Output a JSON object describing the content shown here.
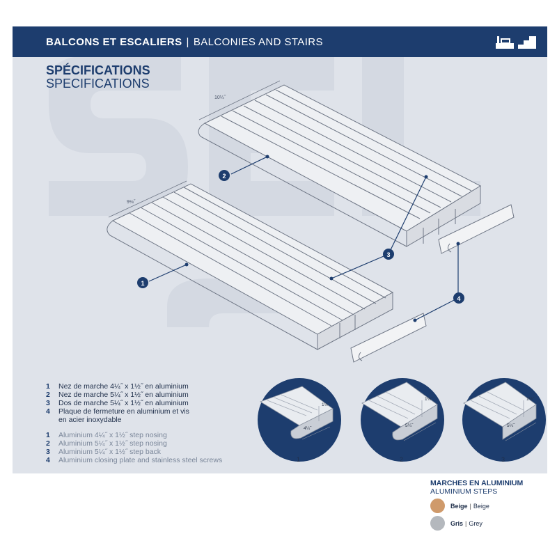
{
  "header": {
    "title_fr": "BALCONS ET ESCALIERS",
    "separator": "|",
    "title_en": "BALCONIES AND STAIRS"
  },
  "specifications": {
    "title_fr": "SPÉCIFICATIONS",
    "title_en": "SPECIFICATIONS"
  },
  "diagram": {
    "dim_top": "10¼˝",
    "dim_bottom": "9⅛˝",
    "callouts": [
      "1",
      "2",
      "3",
      "4"
    ]
  },
  "items_fr": [
    {
      "num": "1",
      "text": "Nez de marche 4¼˝ x 1½˝ en aluminium"
    },
    {
      "num": "2",
      "text": "Nez de marche 5¼˝ x 1½˝ en aluminium"
    },
    {
      "num": "3",
      "text": "Dos de marche 5¼˝ x 1½˝ en aluminium"
    },
    {
      "num": "4",
      "text": "Plaque de fermeture en aluminium et vis"
    },
    {
      "num": "",
      "text": "en acier inoxydable"
    }
  ],
  "items_en": [
    {
      "num": "1",
      "text": "Aluminium 4¼˝ x 1½˝ step nosing"
    },
    {
      "num": "2",
      "text": "Aluminium 5¼˝ x 1½˝ step nosing"
    },
    {
      "num": "3",
      "text": "Aluminium 5¼˝ x 1½˝ step back"
    },
    {
      "num": "4",
      "text": "Aluminium closing plate and stainless steel screws"
    }
  ],
  "profiles": [
    {
      "label": "1",
      "height": "1½˝",
      "width": "4¼˝"
    },
    {
      "label": "2",
      "height": "1½˝",
      "width": "5¼˝"
    },
    {
      "label": "3",
      "height": "1½˝",
      "width": "5¼˝"
    }
  ],
  "steps": {
    "title_fr": "MARCHES EN ALUMINIUM",
    "title_en": "ALUMINIUM STEPS",
    "colors": [
      {
        "fr": "Beige",
        "en": "Beige",
        "hex": "#cf9a6b"
      },
      {
        "fr": "Gris",
        "en": "Grey",
        "hex": "#b4b8bd"
      }
    ]
  },
  "colors": {
    "navy": "#1d3d6e",
    "panel": "#dfe3ea"
  }
}
